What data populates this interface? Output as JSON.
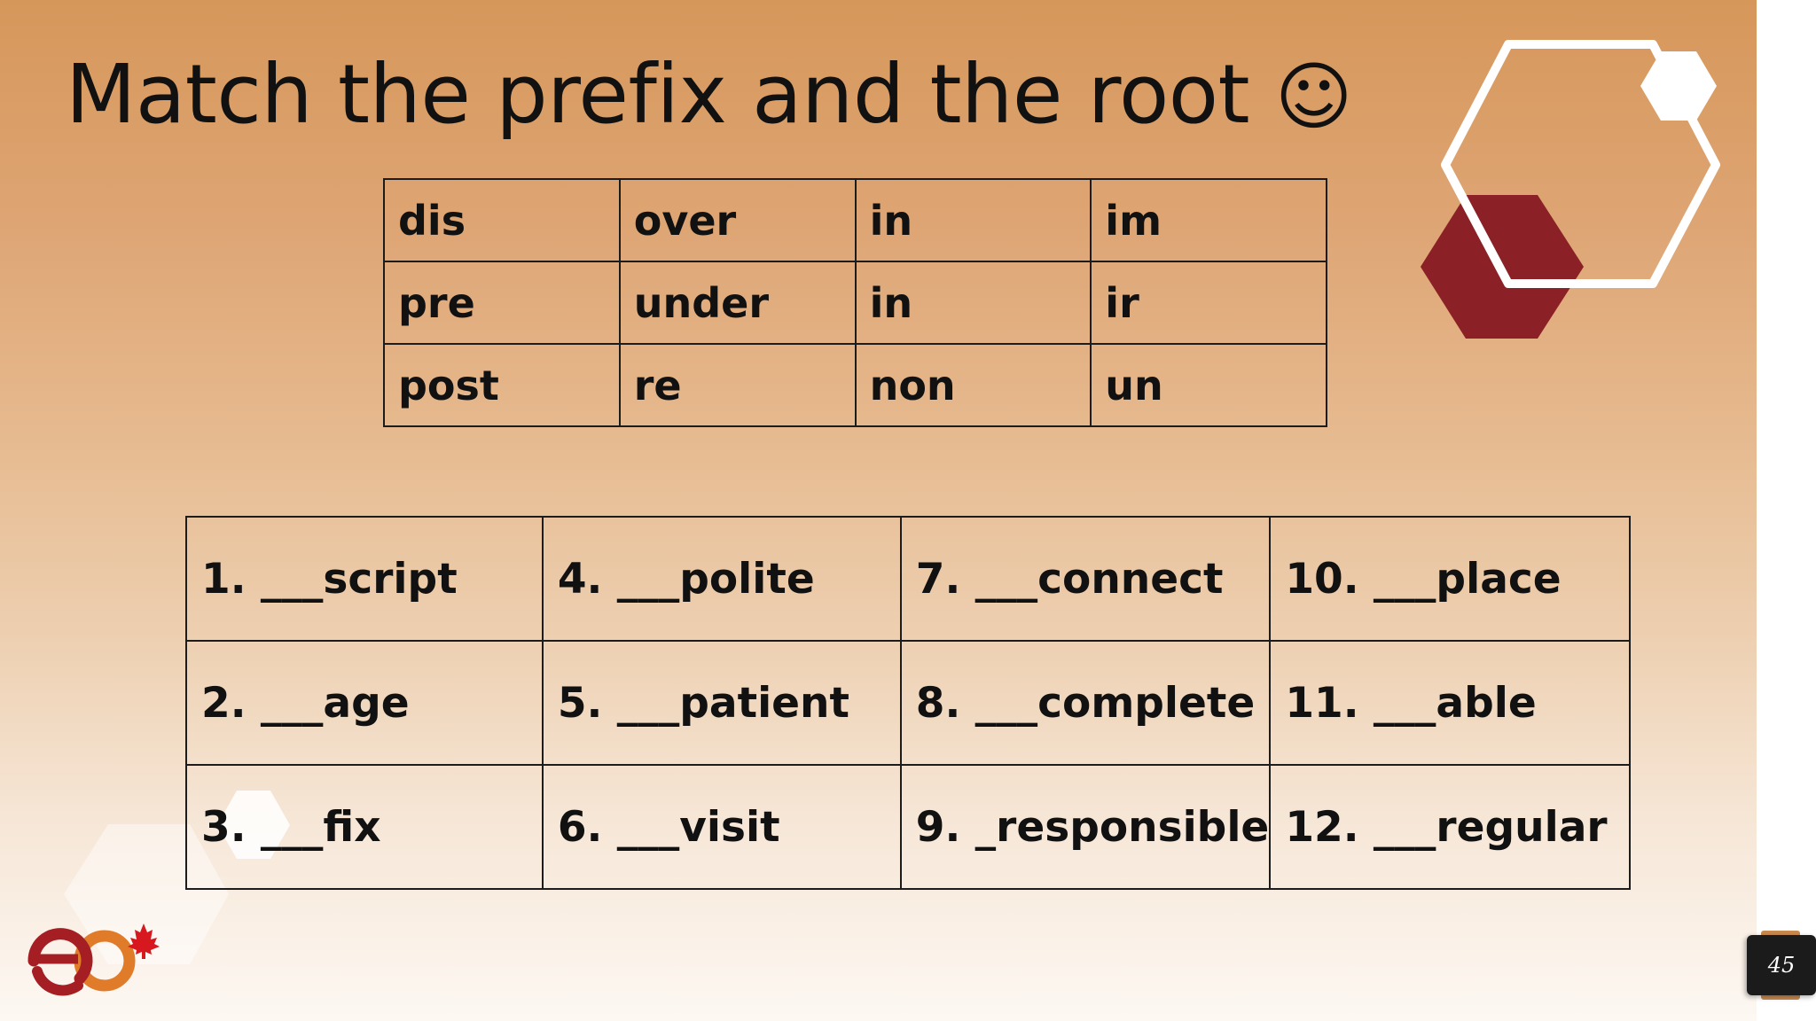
{
  "slide": {
    "title": "Match the prefix and the root",
    "title_emoji": "☺",
    "page_number": "45"
  },
  "prefix_table": {
    "rows": [
      [
        "dis",
        "over",
        "in",
        "im"
      ],
      [
        "pre",
        "under",
        "in",
        "ir"
      ],
      [
        "post",
        "re",
        "non",
        "un"
      ]
    ]
  },
  "root_table": {
    "rows": [
      [
        "1. ___script",
        "4. ___polite",
        "7. ___connect",
        "10. ___place"
      ],
      [
        "2. ___age",
        "5. ___patient",
        "8. ___complete",
        "11. ___able"
      ],
      [
        "3. ___fix",
        "6. ___visit",
        "9. _responsible",
        "12. ___regular"
      ]
    ]
  },
  "colors": {
    "accent_dark_red": "#8b2027",
    "background_orange": "#d6975a",
    "table_border": "#1c1c1c"
  },
  "icons": {
    "logo": "eo-logo-with-maple-leaf",
    "decoration": "hexagon-shapes"
  }
}
